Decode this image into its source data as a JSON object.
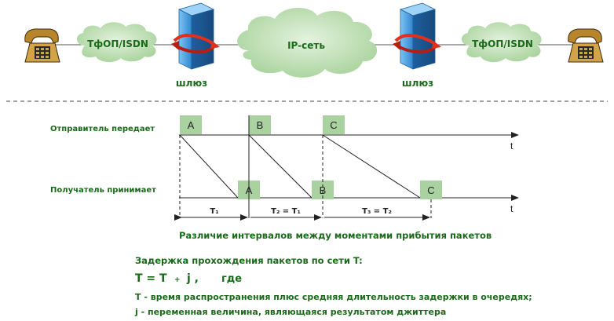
{
  "network": {
    "pstn_left": "ТфОП/ISDN",
    "ip_cloud": "IP-сеть",
    "pstn_right": "ТфОП/ISDN",
    "gateway_left": "шлюз",
    "gateway_right": "шлюз"
  },
  "timing": {
    "sender_label": "Отправитель передает",
    "receiver_label": "Получатель принимает",
    "axis_label": "t",
    "packets": [
      "A",
      "B",
      "C"
    ],
    "intervals": [
      "T₁",
      "T₂ = T₁",
      "T₃ = T₂"
    ],
    "caption": "Различие интервалов между моментами прибытия пакетов"
  },
  "notes": {
    "heading": "Задержка прохождения пакетов по сети T:",
    "formula_main": "T = T",
    "formula_plus": "+",
    "formula_j": "j ,",
    "formula_where": "где",
    "line_t": "T - время распространения плюс средняя длительность задержки в очередях;",
    "line_j": "j - переменная величина, являющаяся результатом джиттера"
  },
  "colors": {
    "cloud": "#b9dcb0",
    "packet_box": "#a9d2a0",
    "gateway": "#3b8fd6",
    "text_green": "#1a6a1a",
    "phone": "#c99a3a"
  }
}
